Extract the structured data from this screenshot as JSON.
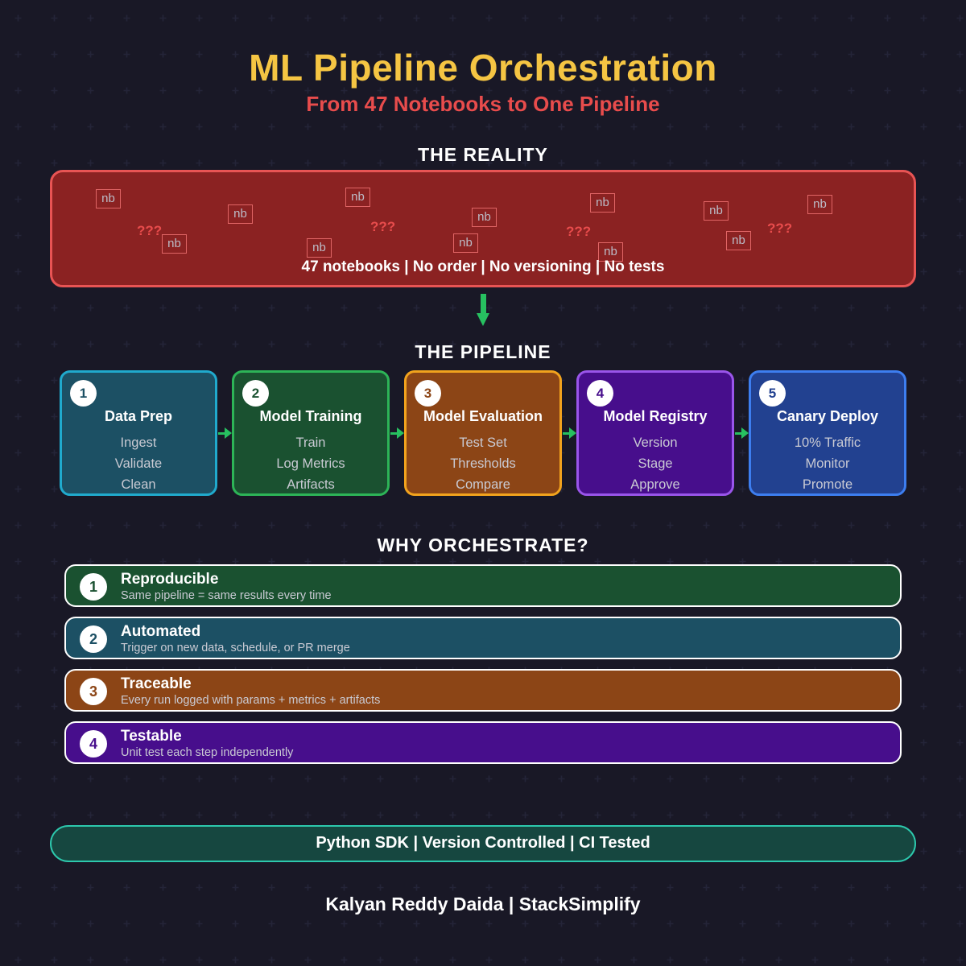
{
  "page": {
    "title": "ML Pipeline Orchestration",
    "subtitle": "From 47 Notebooks to One Pipeline",
    "footer": "Kalyan Reddy Daida  |  StackSimplify"
  },
  "reality": {
    "heading": "THE REALITY",
    "nb_label": "nb",
    "question_label": "???",
    "caption": "47 notebooks  |  No order  |  No versioning  |  No tests"
  },
  "pipeline": {
    "heading": "THE PIPELINE",
    "stages": [
      {
        "number": "1",
        "title": "Data Prep",
        "items": [
          "Ingest",
          "Validate",
          "Clean"
        ],
        "fill": "#1c5064",
        "border": "#20aacd"
      },
      {
        "number": "2",
        "title": "Model Training",
        "items": [
          "Train",
          "Log Metrics",
          "Artifacts"
        ],
        "fill": "#1a5130",
        "border": "#2db457"
      },
      {
        "number": "3",
        "title": "Model Evaluation",
        "items": [
          "Test Set",
          "Thresholds",
          "Compare"
        ],
        "fill": "#8c4516",
        "border": "#f2a31d"
      },
      {
        "number": "4",
        "title": "Model Registry",
        "items": [
          "Version",
          "Stage",
          "Approve"
        ],
        "fill": "#470e8c",
        "border": "#9a55ea"
      },
      {
        "number": "5",
        "title": "Canary Deploy",
        "items": [
          "10% Traffic",
          "Monitor",
          "Promote"
        ],
        "fill": "#224190",
        "border": "#3d7ef0"
      }
    ]
  },
  "why": {
    "heading": "WHY ORCHESTRATE?",
    "items": [
      {
        "number": "1",
        "title": "Reproducible",
        "desc": "Same pipeline = same results every time",
        "fill": "#1a5130",
        "border": "#2db457"
      },
      {
        "number": "2",
        "title": "Automated",
        "desc": "Trigger on new data, schedule, or PR merge",
        "fill": "#1c5064",
        "border": "#20aacd"
      },
      {
        "number": "3",
        "title": "Traceable",
        "desc": "Every run logged with params + metrics + artifacts",
        "fill": "#8c4516",
        "border": "#f2a31d"
      },
      {
        "number": "4",
        "title": "Testable",
        "desc": "Unit test each step independently",
        "fill": "#470e8c",
        "border": "#9a55ea"
      }
    ]
  },
  "badge": {
    "text": "Python SDK  |  Version Controlled  |  CI Tested"
  },
  "colors": {
    "background": "#191826",
    "title_gold": "#f5c543",
    "accent_red": "#e84c4c",
    "reality_fill": "#8b2222",
    "reality_border": "#e85454",
    "arrow_green": "#27c060",
    "muted_text": "#c9cad3",
    "badge_fill": "#164740",
    "badge_border": "#2dc8ad"
  }
}
